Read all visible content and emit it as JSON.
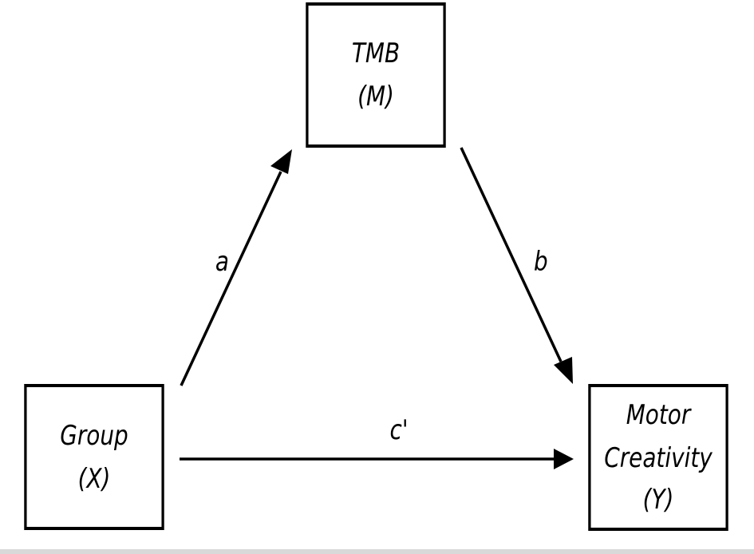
{
  "nodes": {
    "mediator": {
      "line1": "TMB",
      "line2": "(M)"
    },
    "predictor": {
      "line1": "Group",
      "line2": "(X)"
    },
    "outcome": {
      "line1": "Motor",
      "line2": "Creativity",
      "line3": "(Y)"
    }
  },
  "paths": {
    "a": "a",
    "b": "b",
    "c_prime": "c'"
  },
  "colors": {
    "stroke": "#000000",
    "background": "#ffffff"
  }
}
